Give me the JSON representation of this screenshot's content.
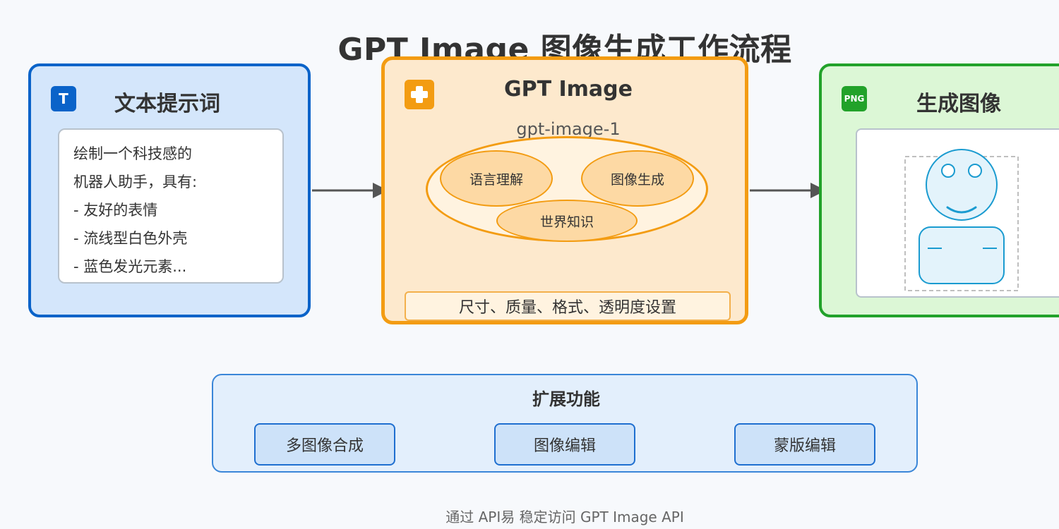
{
  "title": "GPT Image 图像生成工作流程",
  "input_panel": {
    "badge": "T",
    "title": "文本提示词",
    "prompt_lines": [
      "绘制一个科技感的",
      "机器人助手，具有:",
      "- 友好的表情",
      "- 流线型白色外壳",
      "- 蓝色发光元素..."
    ]
  },
  "model_panel": {
    "title": "GPT Image",
    "model_name": "gpt-image-1",
    "capabilities": [
      "语言理解",
      "图像生成",
      "世界知识"
    ],
    "settings": "尺寸、质量、格式、透明度设置"
  },
  "output_panel": {
    "badge": "PNG",
    "title": "生成图像"
  },
  "extensions": {
    "title": "扩展功能",
    "items": [
      "多图像合成",
      "图像编辑",
      "蒙版编辑"
    ]
  },
  "footer": "通过 API易 稳定访问 GPT Image API",
  "icons": {
    "input_badge": "text-icon",
    "model_badge": "plus-icon",
    "output_badge": "png-icon",
    "flow": "arrow-right-icon"
  },
  "colors": {
    "input_accent": "#0a63c9",
    "model_accent": "#f39c12",
    "output_accent": "#22a22a",
    "robot": "#1a9bd0"
  }
}
